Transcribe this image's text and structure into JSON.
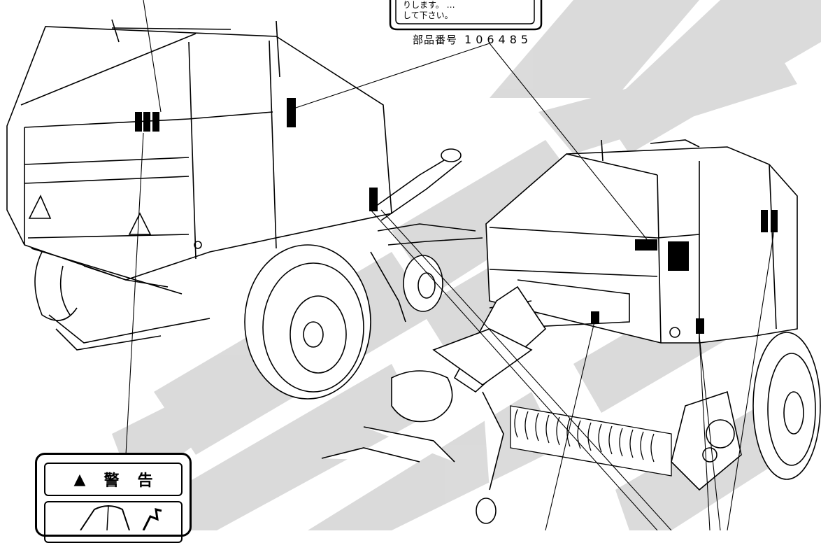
{
  "top_label": {
    "line1": "りします。 …",
    "line2": "して下さい。"
  },
  "part_number": {
    "prefix": "部品番号",
    "value": "106485"
  },
  "warning_label": {
    "symbol": "▲",
    "char1": "警",
    "char2": "告"
  },
  "colors": {
    "line": "#000000",
    "watermark": "#d6d6d6",
    "background": "#ffffff"
  }
}
